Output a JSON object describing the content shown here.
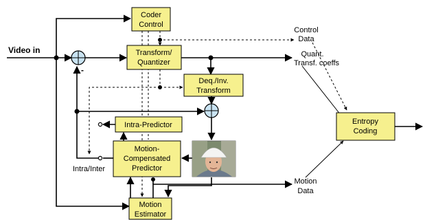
{
  "blocks": {
    "coder_control": [
      "Coder",
      "Control"
    ],
    "transform_quantizer": [
      "Transform/",
      "Quantizer"
    ],
    "deq_inv_transform": [
      "Deq./Inv.",
      "Transform"
    ],
    "intra_predictor": [
      "Intra-Predictor"
    ],
    "motion_comp_predictor": [
      "Motion-",
      "Compensated",
      "Predictor"
    ],
    "motion_estimator": [
      "Motion",
      "Estimator"
    ],
    "entropy_coding": [
      "Entropy",
      "Coding"
    ]
  },
  "labels": {
    "video_in": "Video in",
    "minus_sign": "-",
    "control_data": [
      "Control",
      "Data"
    ],
    "quant_coeffs": [
      "Quant.",
      "Transf. coeffs"
    ],
    "intra_inter": "Intra/Inter",
    "motion_data": [
      "Motion",
      "Data"
    ]
  },
  "colors": {
    "block_fill": "#f6f08e",
    "adder_fill": "#c9e3f2"
  },
  "icons": {
    "decoded_frame": "person-with-hard-hat-photo"
  }
}
